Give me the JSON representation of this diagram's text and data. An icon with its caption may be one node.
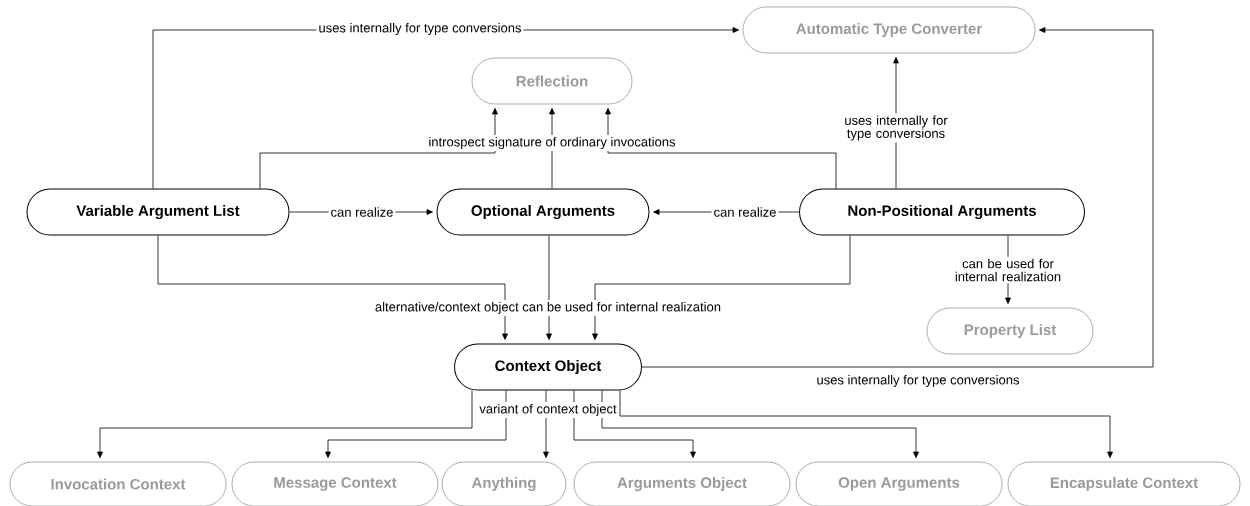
{
  "diagram": {
    "nodes": [
      {
        "text": [
          "Automatic Type Converter"
        ]
      },
      {
        "text": [
          "Reflection"
        ]
      },
      {
        "text": [
          "Variable Argument List"
        ]
      },
      {
        "text": [
          "Optional Arguments"
        ]
      },
      {
        "text": [
          "Non-Positional Arguments"
        ]
      },
      {
        "text": [
          "Property List"
        ]
      },
      {
        "text": [
          "Context Object"
        ]
      },
      {
        "text": [
          "Invocation Context"
        ]
      },
      {
        "text": [
          "Message Context"
        ]
      },
      {
        "text": [
          "Anything"
        ]
      },
      {
        "text": [
          "Arguments Object"
        ]
      },
      {
        "text": [
          "Open Arguments"
        ]
      },
      {
        "text": [
          "Encapsulate Context"
        ]
      }
    ],
    "edges": [
      {
        "from": 2,
        "to": 0,
        "arrow": "to",
        "label": "uses internally for type conversions"
      },
      {
        "from": 2,
        "to": 1,
        "arrow": "to"
      },
      {
        "from": 3,
        "to": 1,
        "arrow": "to",
        "label": "introspect signature of ordinary invocations"
      },
      {
        "from": 4,
        "to": 1,
        "arrow": "to"
      },
      {
        "from": 2,
        "to": 3,
        "arrow": "to",
        "label": "can realize"
      },
      {
        "from": 4,
        "to": 3,
        "arrow": "to",
        "label": "can realize"
      },
      {
        "from": 4,
        "to": 0,
        "arrow": "to",
        "label": "uses internally for type conversions"
      },
      {
        "from": 4,
        "to": 5,
        "arrow": "to",
        "label": "can be used for internal realization"
      },
      {
        "from": 2,
        "to": 6,
        "arrow": "to"
      },
      {
        "from": 3,
        "to": 6,
        "arrow": "to",
        "label": "alternative/context object can be used for internal realization"
      },
      {
        "from": 4,
        "to": 6,
        "arrow": "to"
      },
      {
        "from": 6,
        "to": 0,
        "arrow": "to",
        "label": "uses internally for type conversions"
      },
      {
        "from": 6,
        "to": 7,
        "arrow": "to"
      },
      {
        "from": 6,
        "to": 8,
        "arrow": "to"
      },
      {
        "from": 6,
        "to": 9,
        "arrow": "to",
        "label": "variant of context object"
      },
      {
        "from": 6,
        "to": 10,
        "arrow": "to"
      },
      {
        "from": 6,
        "to": 11,
        "arrow": "to"
      },
      {
        "from": 6,
        "to": 12,
        "arrow": "to"
      }
    ]
  }
}
